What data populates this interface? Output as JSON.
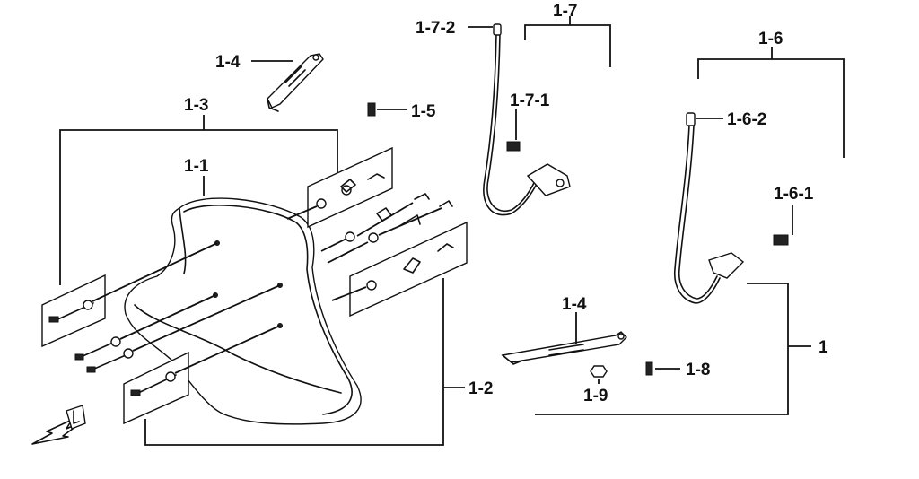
{
  "labels": {
    "l_1": "1",
    "l_1_1": "1-1",
    "l_1_2": "1-2",
    "l_1_3": "1-3",
    "l_1_4_top": "1-4",
    "l_1_4_mid": "1-4",
    "l_1_5": "1-5",
    "l_1_6": "1-6",
    "l_1_6_1": "1-6-1",
    "l_1_6_2": "1-6-2",
    "l_1_7": "1-7",
    "l_1_7_1": "1-7-1",
    "l_1_7_2": "1-7-2",
    "l_1_8": "1-8",
    "l_1_9": "1-9"
  },
  "icons": {
    "front_arrow": "front-direction-arrow-icon"
  },
  "colors": {
    "ink": "#111111",
    "background": "#ffffff"
  }
}
